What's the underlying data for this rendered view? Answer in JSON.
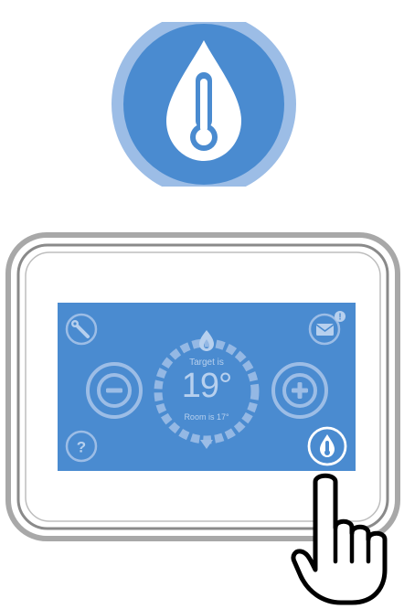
{
  "app": {
    "icon": "water-thermometer-icon",
    "accent_color": "#4a8bd0",
    "ring_color": "#9cbde6"
  },
  "thermostat": {
    "target_label": "Target is",
    "temperature": "19°",
    "room_label": "Room is 17°",
    "buttons": {
      "settings": "wrench-icon",
      "messages": "envelope-icon",
      "message_badge": "!",
      "decrease": "minus-icon",
      "increase": "plus-icon",
      "help": "?",
      "hot_water": "water-thermometer-icon"
    }
  },
  "pointer": {
    "icon": "hand-pointer-icon"
  }
}
